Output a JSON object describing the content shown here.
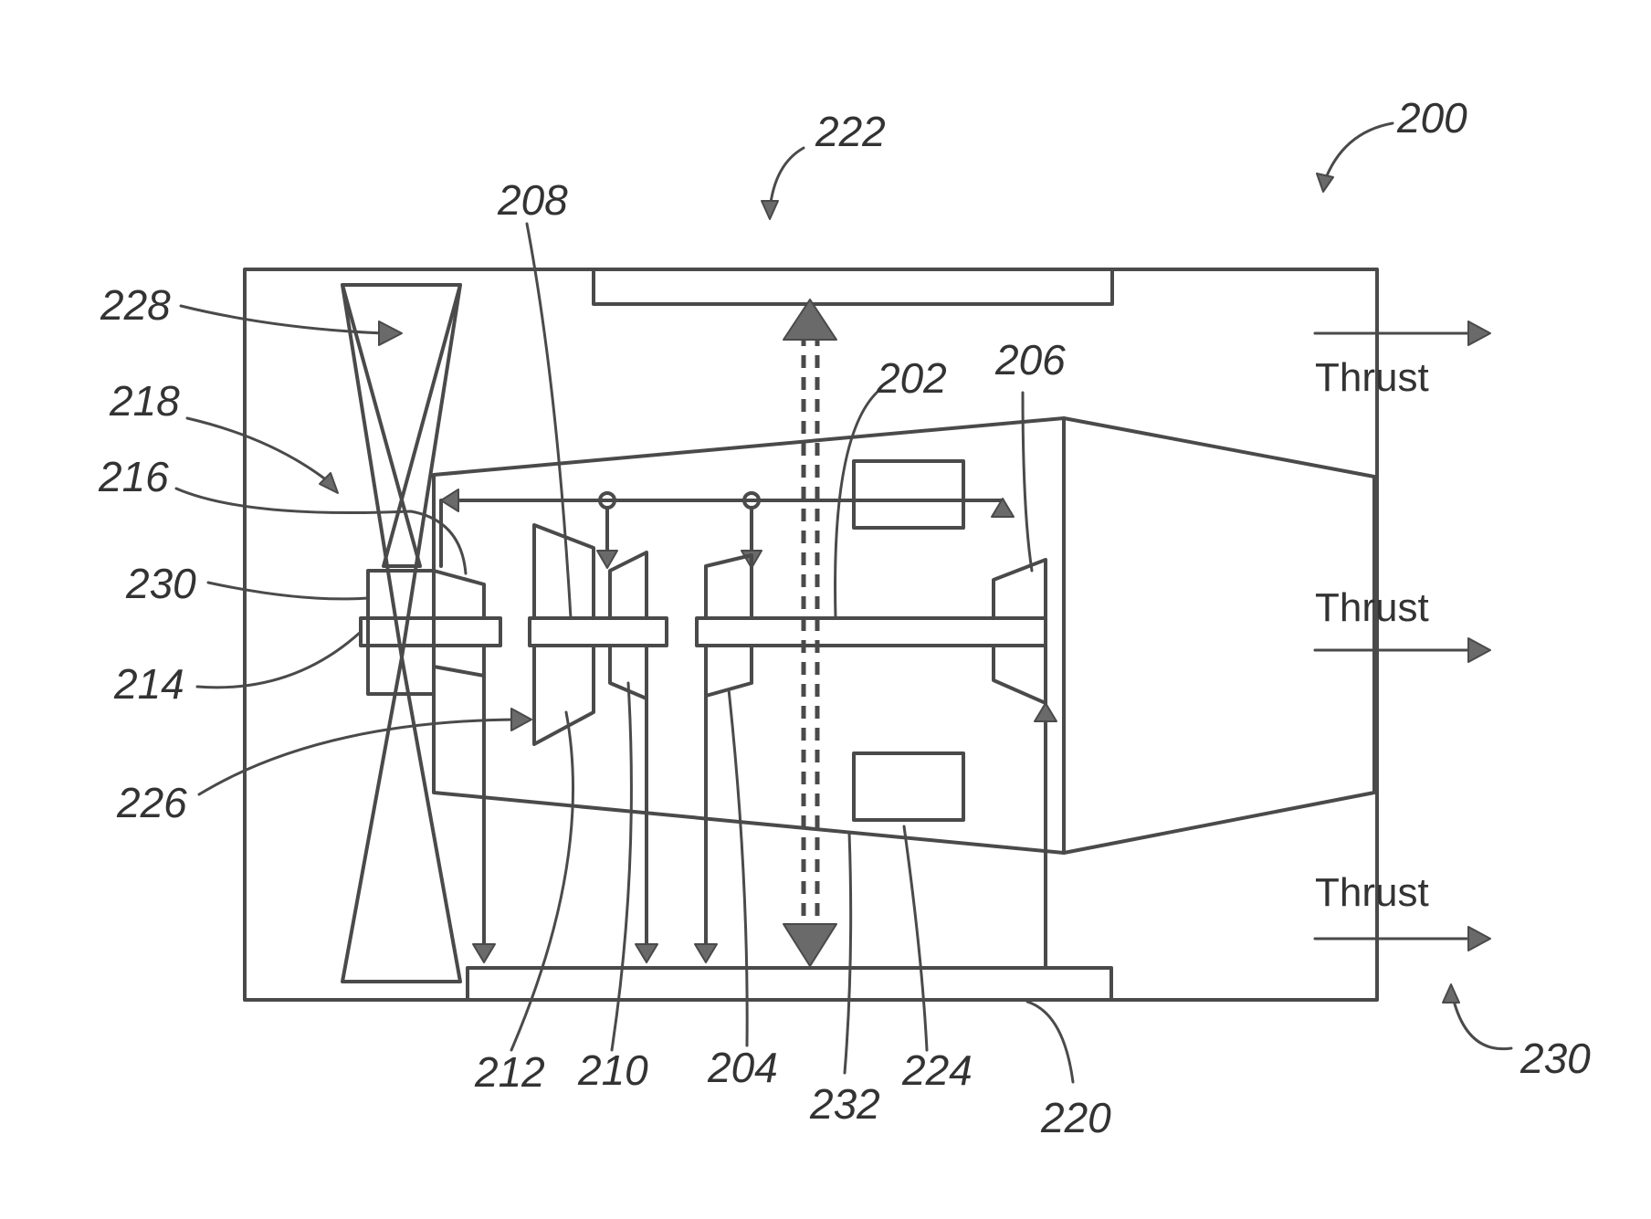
{
  "refs": {
    "r200": "200",
    "r222": "222",
    "r208": "208",
    "r228": "228",
    "r202": "202",
    "r206": "206",
    "r218": "218",
    "r216": "216",
    "r230a": "230",
    "r214": "214",
    "r226": "226",
    "r212": "212",
    "r210": "210",
    "r204": "204",
    "r232": "232",
    "r224": "224",
    "r220": "220",
    "r230b": "230"
  },
  "thrust": {
    "top": "Thrust",
    "middle": "Thrust",
    "bottom": "Thrust"
  }
}
